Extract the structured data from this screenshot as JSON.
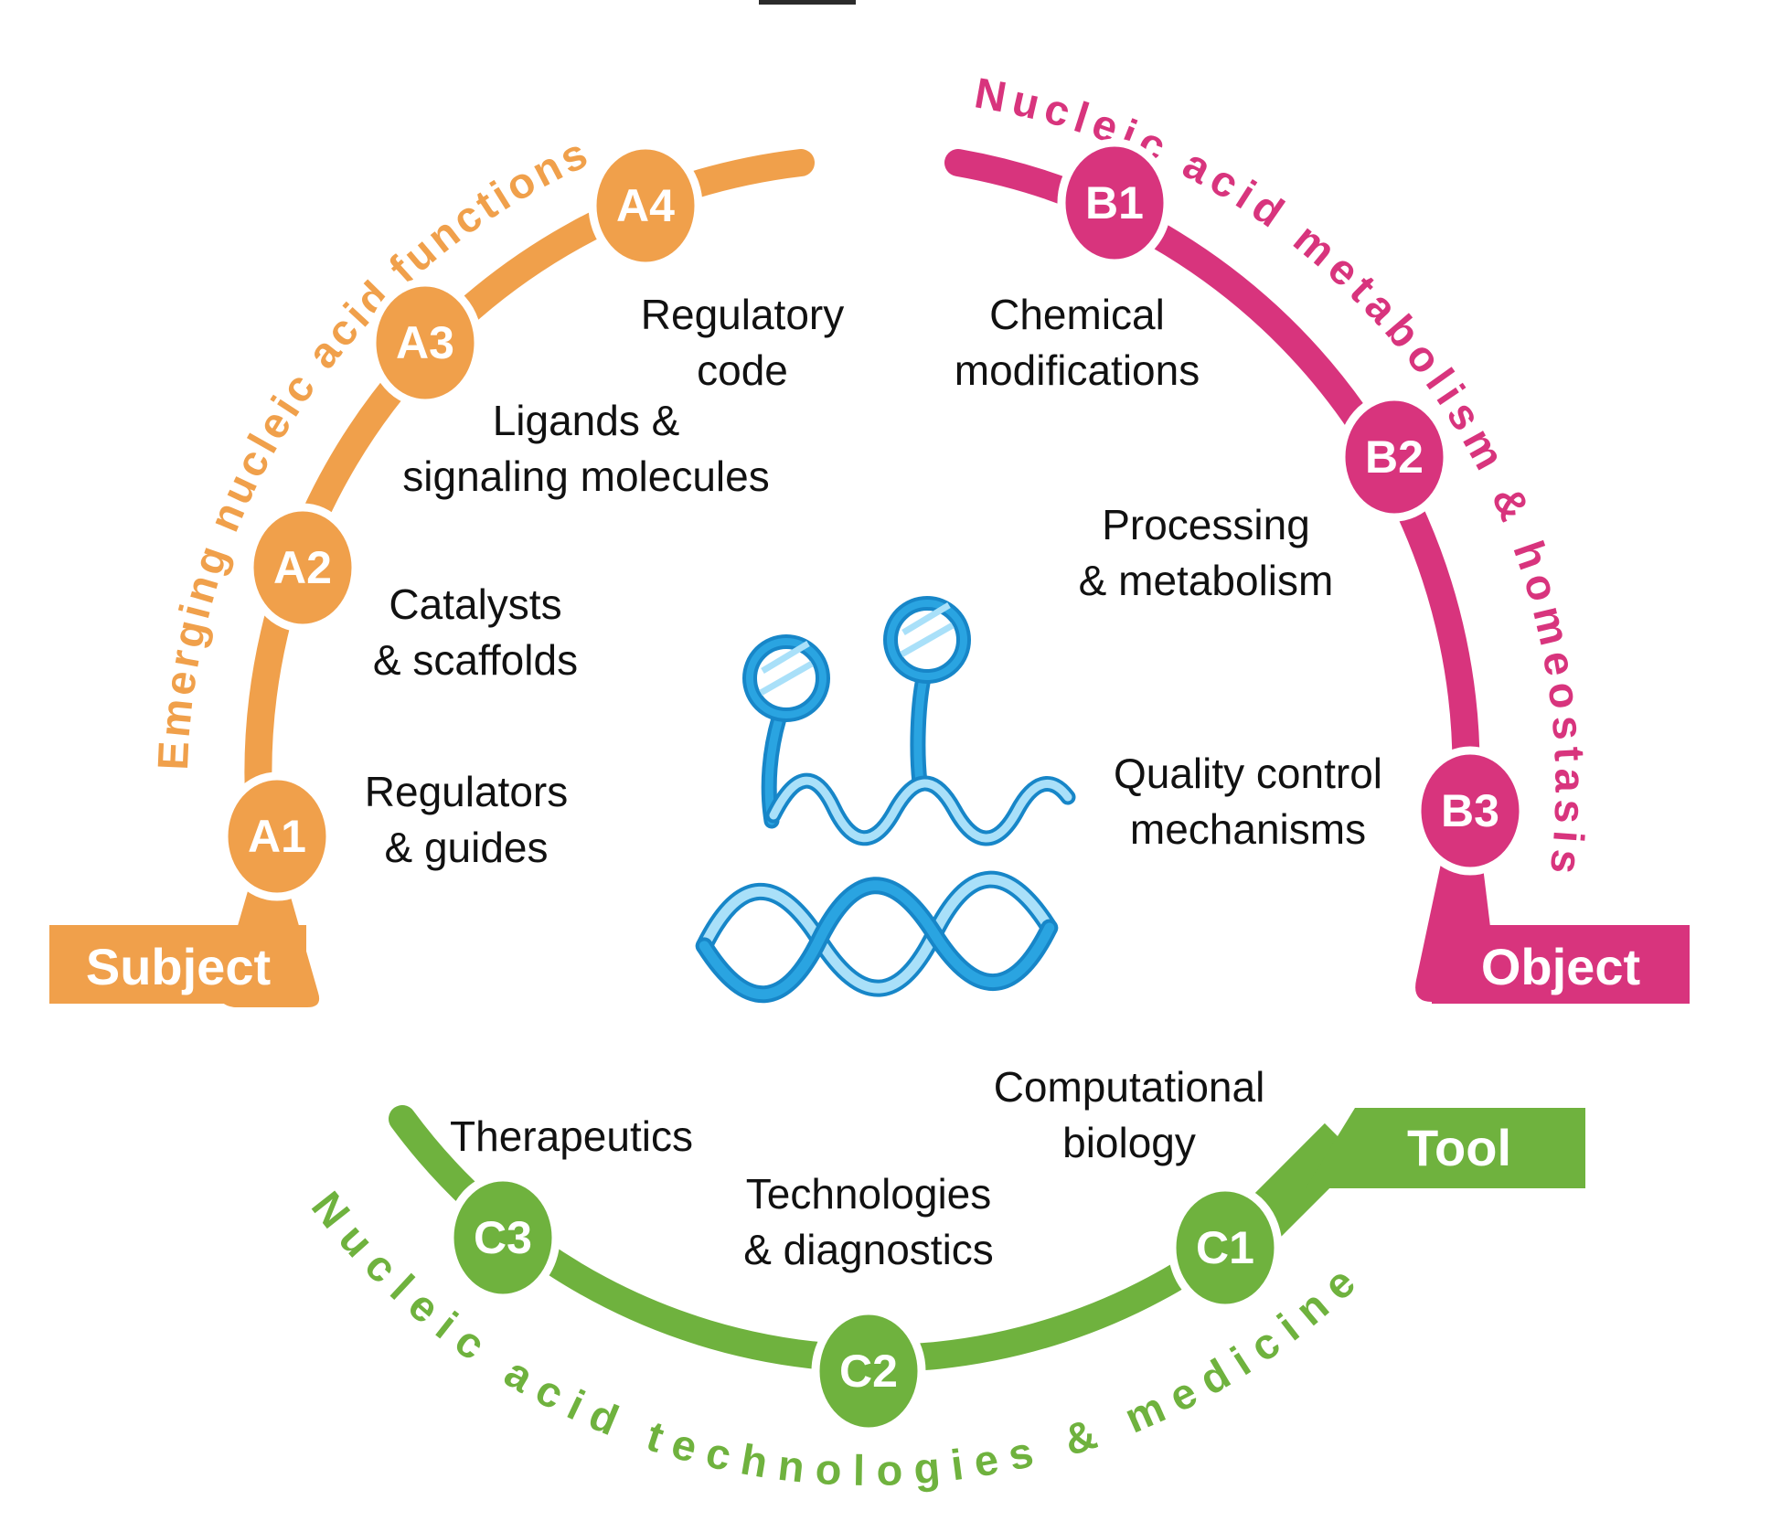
{
  "colors": {
    "orange": "#F0A04B",
    "pink": "#D8347D",
    "green": "#6FB23E",
    "blue_dark": "#2AA4E1",
    "blue_light": "#A9E0F9",
    "blue_outline": "#1786C8",
    "label_black": "#111111",
    "background": "#ffffff"
  },
  "center_art": {
    "top": "rna-hairpin-structures",
    "bottom": "dna-double-helix"
  },
  "arcs": {
    "a": {
      "curve_label": "Emerging nucleic acid functions",
      "banner": "Subject",
      "nodes": [
        {
          "id": "A1",
          "line1": "Regulators",
          "line2": "& guides"
        },
        {
          "id": "A2",
          "line1": "Catalysts",
          "line2": "& scaffolds"
        },
        {
          "id": "A3",
          "line1": "Ligands &",
          "line2": "signaling molecules"
        },
        {
          "id": "A4",
          "line1": "Regulatory",
          "line2": "code"
        }
      ]
    },
    "b": {
      "curve_label": "Nucleic acid metabolism & homeostasis",
      "banner": "Object",
      "nodes": [
        {
          "id": "B1",
          "line1": "Chemical",
          "line2": "modifications"
        },
        {
          "id": "B2",
          "line1": "Processing",
          "line2": "& metabolism"
        },
        {
          "id": "B3",
          "line1": "Quality control",
          "line2": "mechanisms"
        }
      ]
    },
    "c": {
      "curve_label": "Nucleic acid technologies & medicine",
      "banner": "Tool",
      "nodes": [
        {
          "id": "C1",
          "line1": "Computational",
          "line2": "biology"
        },
        {
          "id": "C2",
          "line1": "Technologies",
          "line2": "& diagnostics"
        },
        {
          "id": "C3",
          "line1": "Therapeutics",
          "line2": ""
        }
      ]
    }
  }
}
